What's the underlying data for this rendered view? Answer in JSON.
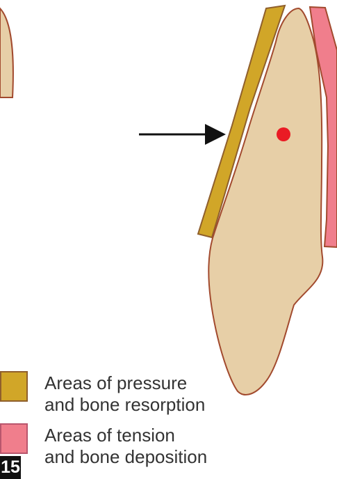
{
  "colors": {
    "tooth_fill": "#e7cfa7",
    "tooth_outline": "#a24a2e",
    "pressure": "#d1a628",
    "tension": "#f07e8c",
    "center_point": "#ea1b24",
    "arrow": "#111111"
  },
  "icons": {
    "force_arrow": "arrow-right-icon"
  },
  "legend": [
    {
      "line1": "Areas of pressure",
      "line2": "and bone resorption"
    },
    {
      "line1": "Areas of tension",
      "line2": "and bone deposition"
    }
  ],
  "figure_number": "15"
}
